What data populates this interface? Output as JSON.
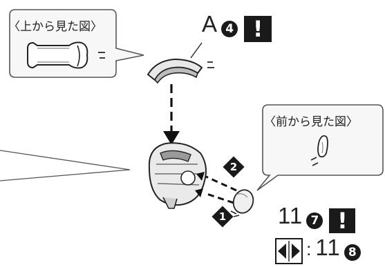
{
  "callouts": {
    "top_view": "〈上から見た図〉",
    "front_view": "〈前から見た図〉"
  },
  "parts": {
    "part_a": {
      "prefix": "A",
      "number": "4",
      "warning": "!"
    },
    "part_11a": {
      "prefix": "11",
      "number": "7",
      "warning": "!"
    },
    "part_11b": {
      "symbol": "mirror-icon",
      "separator": ":",
      "prefix": "11",
      "number": "8"
    }
  },
  "steps": [
    "1",
    "2"
  ],
  "colors": {
    "ink": "#1a1a1a",
    "part_fill": "#e8e8e8",
    "part_shadow": "#9a9a9a",
    "bubble_bg": "#f7f7f7"
  }
}
